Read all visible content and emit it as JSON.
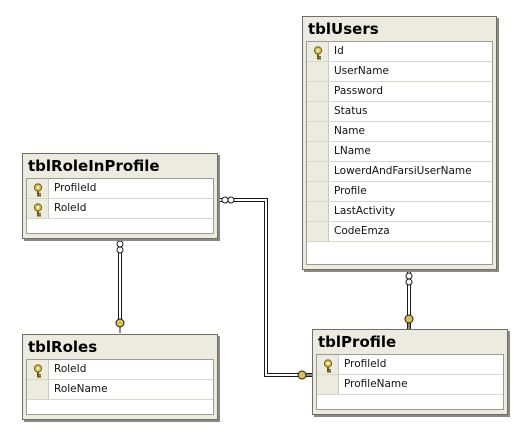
{
  "tables": {
    "users": {
      "title": "tblUsers",
      "fields": [
        {
          "name": "Id",
          "key": true
        },
        {
          "name": "UserName",
          "key": false
        },
        {
          "name": "Password",
          "key": false
        },
        {
          "name": "Status",
          "key": false
        },
        {
          "name": "Name",
          "key": false
        },
        {
          "name": "LName",
          "key": false
        },
        {
          "name": "LowerdAndFarsiUserName",
          "key": false
        },
        {
          "name": "Profile",
          "key": false
        },
        {
          "name": "LastActivity",
          "key": false
        },
        {
          "name": "CodeEmza",
          "key": false
        }
      ]
    },
    "role_in_profile": {
      "title": "tblRoleInProfile",
      "fields": [
        {
          "name": "ProfileId",
          "key": true
        },
        {
          "name": "RoleId",
          "key": true
        }
      ]
    },
    "roles": {
      "title": "tblRoles",
      "fields": [
        {
          "name": "RoleId",
          "key": true
        },
        {
          "name": "RoleName",
          "key": false
        }
      ]
    },
    "profile": {
      "title": "tblProfile",
      "fields": [
        {
          "name": "ProfileId",
          "key": true
        },
        {
          "name": "ProfileName",
          "key": false
        }
      ]
    }
  },
  "relationships": [
    {
      "from": "tblRoleInProfile",
      "to": "tblRoles",
      "many_end": "tblRoleInProfile",
      "one_end": "tblRoles"
    },
    {
      "from": "tblRoleInProfile",
      "to": "tblProfile",
      "many_end": "tblRoleInProfile",
      "one_end": "tblProfile"
    },
    {
      "from": "tblUsers",
      "to": "tblProfile",
      "many_end": "tblUsers",
      "one_end": "tblProfile"
    }
  ],
  "colors": {
    "table_background": "#ecebe0",
    "table_border": "#6f6f66",
    "connector": "#1a1a1a",
    "key_fill": "#d9c24a"
  }
}
